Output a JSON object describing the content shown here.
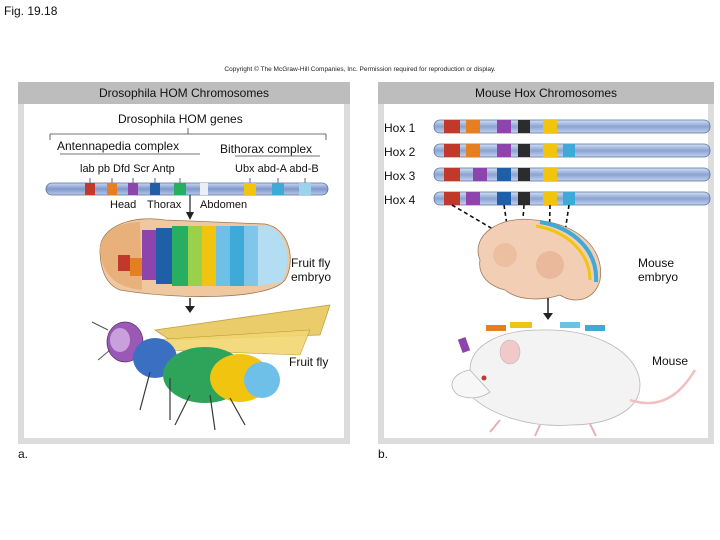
{
  "figure_label": "Fig. 19.18",
  "copyright": "Copyright © The McGraw-Hill Companies, Inc. Permission required for reproduction or display.",
  "panel_a": {
    "title": "Drosophila HOM Chromosomes",
    "genes_label": "Drosophila HOM genes",
    "antennapedia_label": "Antennapedia complex",
    "bithorax_label": "Bithorax complex",
    "antp_genes": "lab  pb  Dfd Scr Antp",
    "bx_genes": "Ubx abd-A abd-B",
    "head": "Head",
    "thorax": "Thorax",
    "abdomen": "Abdomen",
    "embryo_label": "Fruit fly\nembryo",
    "adult_label": "Fruit fly",
    "letter": "a.",
    "colors": {
      "lab": "#c0392b",
      "pb": "#e67e22",
      "Dfd": "#8e44ad",
      "Scr": "#1f5fa8",
      "Antp": "#27ae60",
      "Ubx": "#f1c40f",
      "abd-A": "#3fa9d8",
      "abd-B": "#9ad3ec"
    }
  },
  "panel_b": {
    "title": "Mouse Hox Chromosomes",
    "hox": [
      "Hox 1",
      "Hox 2",
      "Hox 3",
      "Hox 4"
    ],
    "embryo_label": "Mouse\nembryo",
    "adult_label": "Mouse",
    "letter": "b."
  }
}
